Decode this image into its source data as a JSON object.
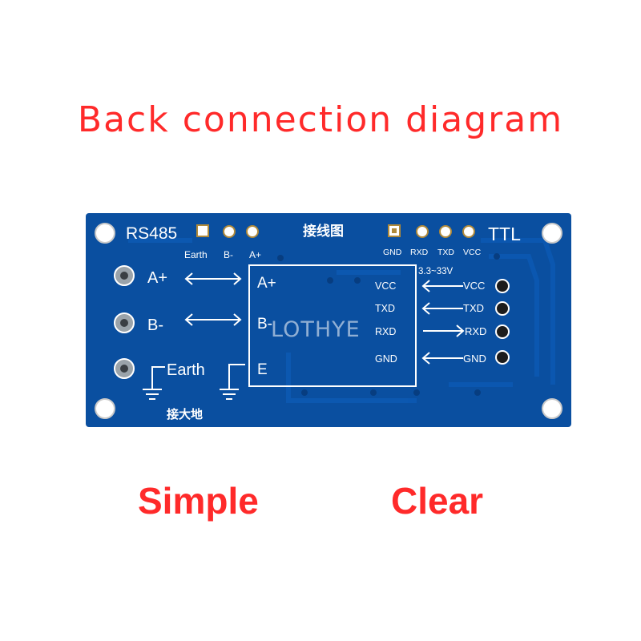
{
  "headline": "Back connection diagram",
  "taglines": {
    "left": "Simple",
    "right": "Clear"
  },
  "board": {
    "colors": {
      "pcb": "#0a4fa0",
      "pcb_dark": "#073d80",
      "silk": "#ffffff",
      "pad": "#b08a3a"
    },
    "rs485": {
      "title": "RS485",
      "pin_labels": [
        "Earth",
        "B-",
        "A+"
      ],
      "terminals": [
        "A+",
        "B-",
        "Earth"
      ],
      "ground_note": "接大地"
    },
    "center": {
      "title": "接线图",
      "watermark": "LOTHYE"
    },
    "module": {
      "left_pins": [
        "A+",
        "B-",
        "E"
      ],
      "right_pins": [
        "VCC",
        "TXD",
        "RXD",
        "GND"
      ]
    },
    "ttl": {
      "title": "TTL",
      "pin_labels": [
        "GND",
        "RXD",
        "TXD",
        "VCC"
      ],
      "voltage": "3.3~33V",
      "terminals": [
        "VCC",
        "TXD",
        "RXD",
        "GND"
      ]
    }
  }
}
